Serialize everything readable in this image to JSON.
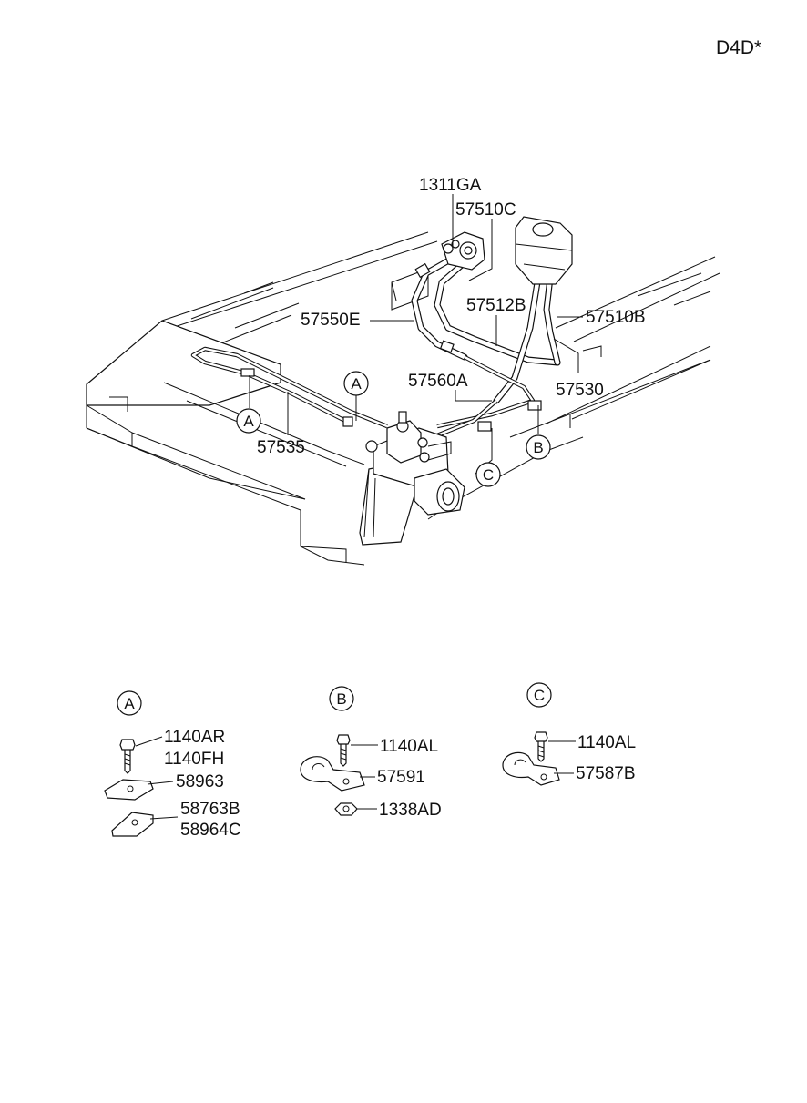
{
  "model_code": "D4D*",
  "parts": {
    "p1311GA": "1311GA",
    "p57510C": "57510C",
    "p57512B": "57512B",
    "p57510B": "57510B",
    "p57550E": "57550E",
    "p57560A": "57560A",
    "p57530": "57530",
    "p57535": "57535"
  },
  "callouts": {
    "a": "A",
    "b": "B",
    "c": "C"
  },
  "details": {
    "a": {
      "title": "A",
      "p1": "1140AR",
      "p2": "1140FH",
      "p3": "58963",
      "p4": "58763B",
      "p5": "58964C"
    },
    "b": {
      "title": "B",
      "p1": "1140AL",
      "p2": "57591",
      "p3": "1338AD"
    },
    "c": {
      "title": "C",
      "p1": "1140AL",
      "p2": "57587B"
    }
  }
}
